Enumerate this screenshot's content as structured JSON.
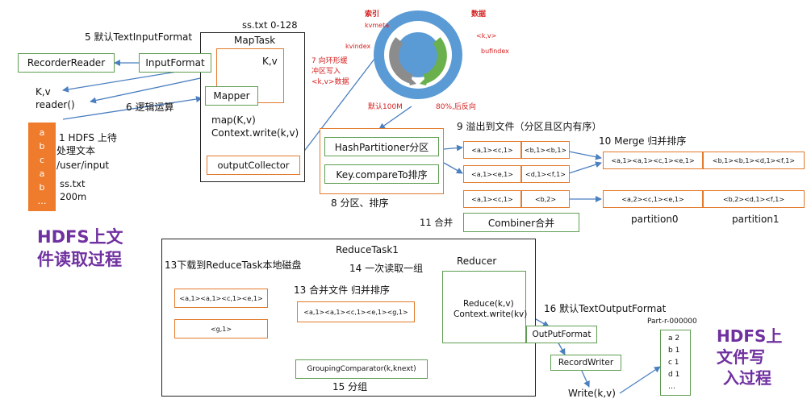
{
  "map_task": {
    "input_file_label": "ss.txt 0-128",
    "title": "MapTask",
    "input_format": "InputFormat",
    "kv": "K,v",
    "mapper": "Mapper",
    "map_call": "map(K,v)",
    "context_write": "Context.write(k,v)",
    "output_collector": "outputCollector"
  },
  "steps": {
    "s5": "5 默认TextInputFormat",
    "s6": "6 逻辑运算",
    "s7_lines": [
      "7 向环形缓",
      "冲区写入",
      "<k,v>数据"
    ],
    "s8": "8 分区、排序",
    "s9": "9 溢出到文件（分区且区内有序）",
    "s10": "10 Merge 归并排序",
    "s11": "11 合并",
    "s13_download": "13下载到ReduceTask本地磁盘",
    "s13_merge": "13 合并文件 归并排序",
    "s14": "14 一次读取一组",
    "s15": "15 分组",
    "s16": "16 默认TextOutputFormat"
  },
  "reader": {
    "recorder_reader": "RecorderReader",
    "kv": "K,v",
    "reader_call": "reader()"
  },
  "hdfs_input": {
    "chars": [
      "a",
      "b",
      "c",
      "a",
      "b",
      "…"
    ],
    "lines": [
      "1 HDFS 上待",
      "处理文本",
      "/user/input"
    ],
    "file_name": "ss.txt",
    "file_size": "200m"
  },
  "ring_buffer": {
    "index_label": "索引",
    "kvmeta": "kvmeta",
    "data_label": "数据",
    "kv": "<k,v>",
    "kvindex": "kvindex",
    "bufindex": "bufindex",
    "default_size": "默认100M",
    "reverse": "80%,后反向",
    "colors": {
      "outer": "#5b9bd5",
      "left_arc": "#8c8c8c",
      "right_arc": "#6ab04c"
    }
  },
  "partition": {
    "hash_partitioner": "HashPartitioner分区",
    "key_compare": "Key.compareTo排序"
  },
  "spill": {
    "row1": [
      "<a,1><c,1>",
      "<b,1><b,1>"
    ],
    "row2": [
      "<a,1><e,1>",
      "<d,1><f,1>"
    ],
    "row3": [
      "<a,1><c,1>",
      "<b,2>"
    ]
  },
  "merge": {
    "row1": [
      "<a,1><a,1><c,1><e,1>",
      "<b,1><b,1><d,1><f,1>"
    ],
    "row2": [
      "<a,2><c,1><e,1>",
      "<b,2><d,1><f,1>"
    ],
    "partition0": "partition0",
    "partition1": "partition1"
  },
  "combiner": "Combiner合并",
  "hdfs_read_title": [
    "HDFS上文",
    "件读取过程"
  ],
  "reduce_task": {
    "title": "ReduceTask1",
    "input1": "<a,1><a,1><c,1><e,1>",
    "input2": "<g,1>",
    "merged": "<a,1><a,1><c,1><e,1><g,1>",
    "reducer_title": "Reducer",
    "reduce_call": "Reduce(k,v)",
    "context_write": "Context.write(kv)",
    "grouping": "GroupingComparator(k,knext)"
  },
  "output": {
    "output_format": "OutPutFormat",
    "record_writer": "RecordWriter",
    "write_call": "Write(k,v)",
    "part_file": "Part-r-000000",
    "lines": [
      "a 2",
      "b 1",
      "c 1",
      "d 1",
      "…"
    ]
  },
  "hdfs_write_title": [
    "HDFS上",
    "文件写",
    "入过程"
  ]
}
